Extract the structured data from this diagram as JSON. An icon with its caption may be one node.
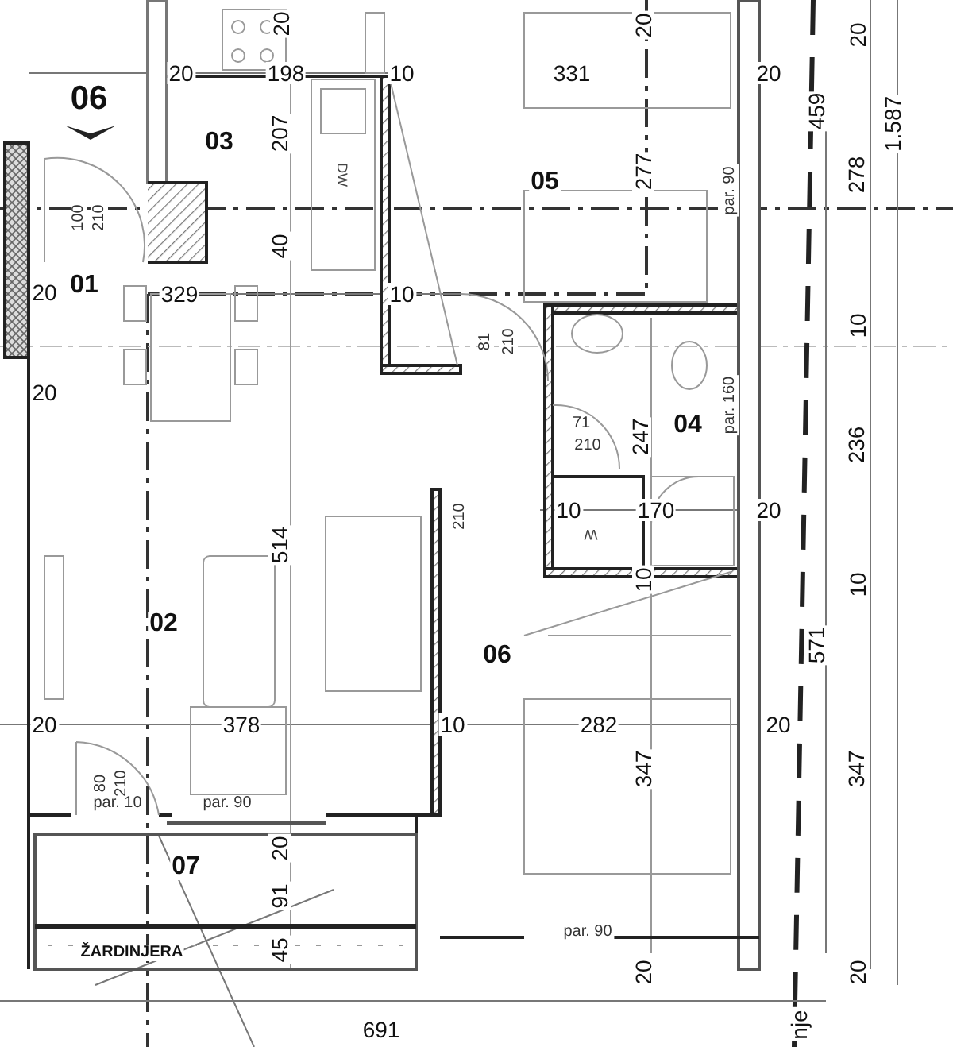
{
  "diagram": {
    "labels": [
      "20",
      "20",
      "20",
      "06",
      "20",
      "198",
      "10",
      "331",
      "20",
      "459",
      "1.587",
      "03",
      "207",
      "05",
      "277",
      "278",
      "DW",
      "par. 90",
      "100",
      "210",
      "40",
      "20",
      "01",
      "329",
      "10",
      "81",
      "210",
      "10",
      "20",
      "04",
      "71",
      "210",
      "247",
      "par. 160",
      "236",
      "210",
      "10",
      "170",
      "20",
      "W",
      "514",
      "10",
      "10",
      "02",
      "06",
      "571",
      "20",
      "378",
      "10",
      "282",
      "20",
      "347",
      "347",
      "80",
      "210",
      "par. 10",
      "par. 90",
      "20",
      "07",
      "91",
      "par. 90",
      "ŽARDINJERA",
      "45",
      "20",
      "20",
      "691",
      "nje"
    ]
  }
}
